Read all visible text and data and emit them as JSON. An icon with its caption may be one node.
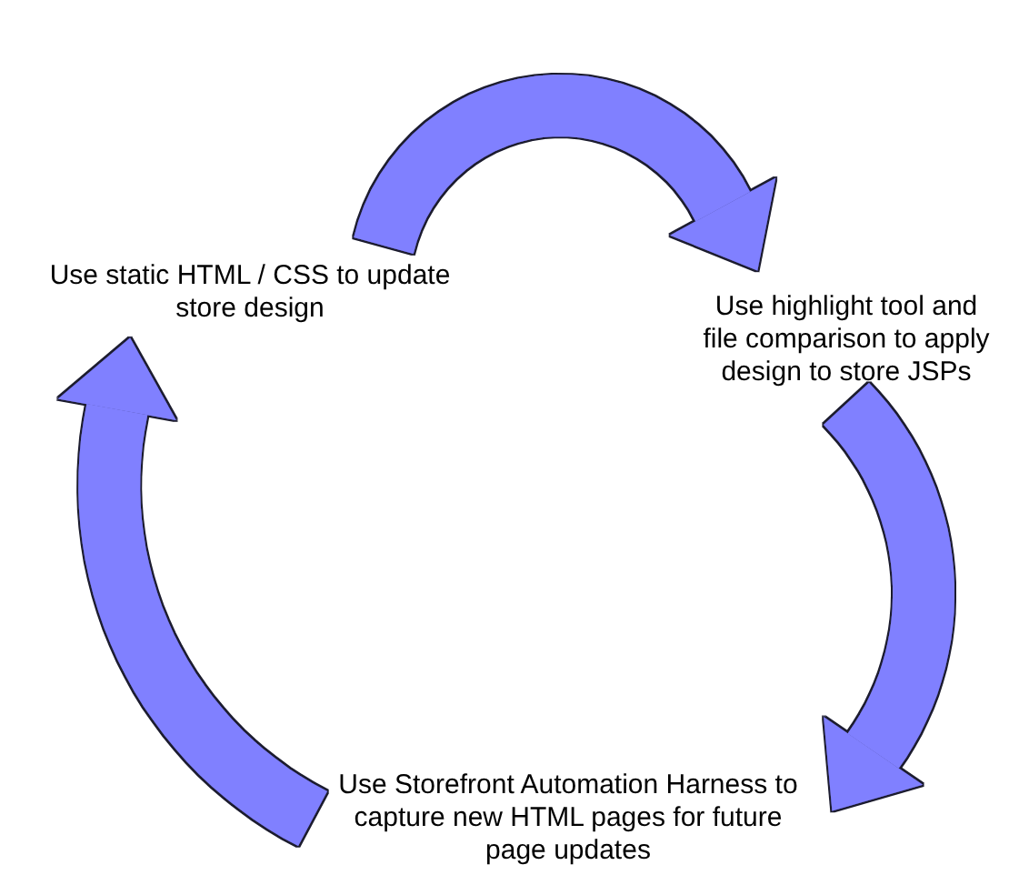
{
  "diagram": {
    "nodes": [
      {
        "text": [
          "Use static HTML / CSS to update store design"
        ]
      },
      {
        "text": [
          "Use highlight tool and file comparison to apply design to store JSPs"
        ]
      },
      {
        "text": [
          "Use Storefront Automation Harness to capture new HTML pages for future page updates"
        ]
      }
    ],
    "edges": [
      {
        "from": 0,
        "to": 1,
        "arrow": "to"
      },
      {
        "from": 1,
        "to": 2,
        "arrow": "to"
      },
      {
        "from": 2,
        "to": 0,
        "arrow": "to"
      }
    ]
  }
}
